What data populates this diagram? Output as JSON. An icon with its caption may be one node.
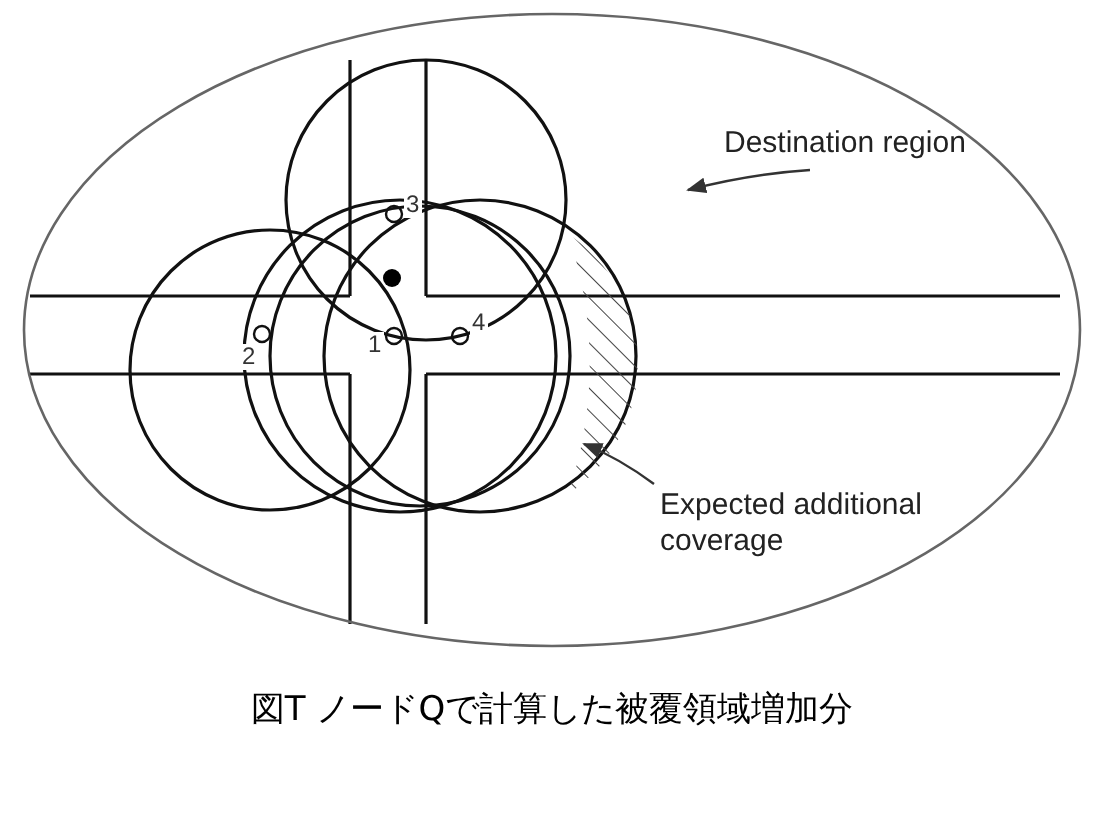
{
  "diagram": {
    "caption": "図T ノードQで計算した被覆領域増加分",
    "nodes": [
      {
        "text": [],
        "shape": "ellipse"
      },
      {
        "text": [
          "Destination region"
        ],
        "in": 0
      },
      {
        "text": [],
        "shape": "area",
        "in": 0
      },
      {
        "text": [
          "Expected additional coverage"
        ],
        "in": 0
      }
    ],
    "edges": [
      {
        "from": 1,
        "to": 0,
        "arrow": "to"
      },
      {
        "from": 3,
        "to": 2,
        "arrow": "to"
      }
    ],
    "labels": [
      "3",
      "2",
      "1",
      "4"
    ]
  }
}
